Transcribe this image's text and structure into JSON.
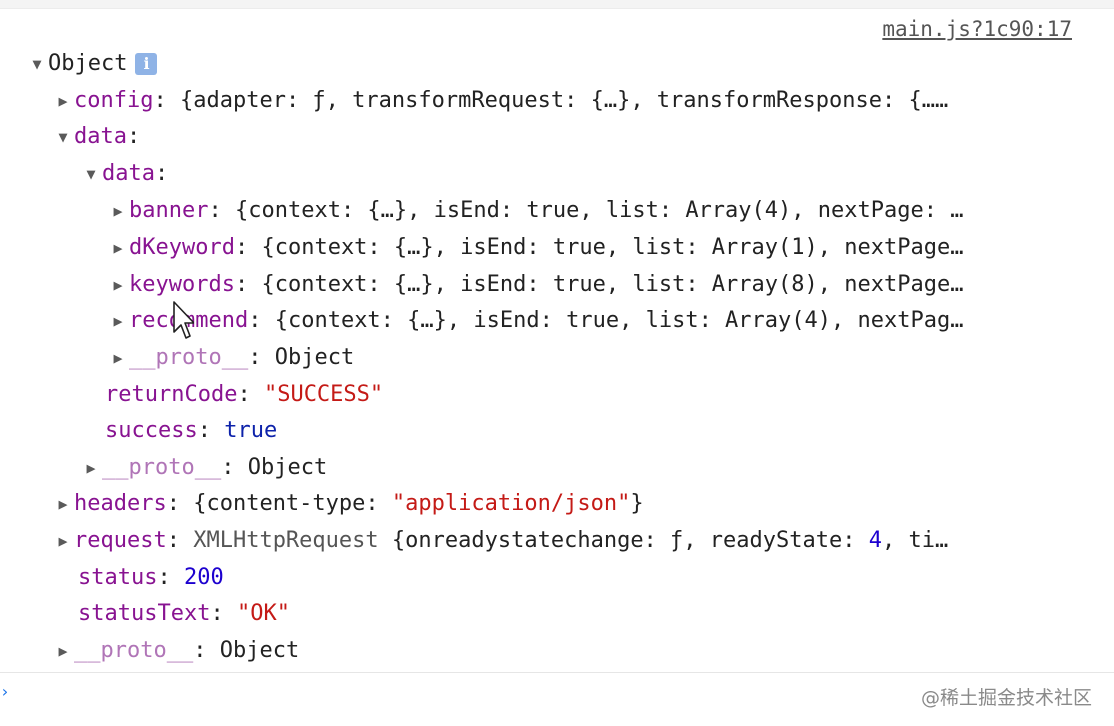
{
  "source_link": "main.js?1c90:17",
  "root": {
    "label": "Object"
  },
  "config": {
    "key": "config",
    "preview": "{adapter: ƒ, transformRequest: {…}, transformResponse: {……"
  },
  "data": {
    "key": "data",
    "inner": {
      "key": "data",
      "banner": {
        "key": "banner",
        "preview": "{context: {…}, isEnd: true, list: Array(4), nextPage: …"
      },
      "dKeyword": {
        "key": "dKeyword",
        "preview": "{context: {…}, isEnd: true, list: Array(1), nextPage…"
      },
      "keywords": {
        "key": "keywords",
        "preview": "{context: {…}, isEnd: true, list: Array(8), nextPage…"
      },
      "recommend": {
        "key": "recommend",
        "preview": "{context: {…}, isEnd: true, list: Array(4), nextPag…"
      },
      "proto": {
        "key": "__proto__",
        "value": "Object"
      }
    },
    "returnCode": {
      "key": "returnCode",
      "value": "\"SUCCESS\""
    },
    "success": {
      "key": "success",
      "value": "true"
    },
    "proto": {
      "key": "__proto__",
      "value": "Object"
    }
  },
  "headers": {
    "key": "headers",
    "open": "{content-type: ",
    "value": "\"application/json\"",
    "close": "}"
  },
  "request": {
    "key": "request",
    "type": "XMLHttpRequest",
    "body1": " {onreadystatechange: ƒ, readyState: ",
    "readyState": "4",
    "body2": ", ti…"
  },
  "status": {
    "key": "status",
    "value": "200"
  },
  "statusText": {
    "key": "statusText",
    "value": "\"OK\""
  },
  "proto": {
    "key": "__proto__",
    "value": "Object"
  },
  "watermark": "@稀土掘金技术社区",
  "icons": [
    "expand-triangle-icon",
    "collapse-triangle-icon",
    "info-icon",
    "mouse-cursor-icon"
  ]
}
